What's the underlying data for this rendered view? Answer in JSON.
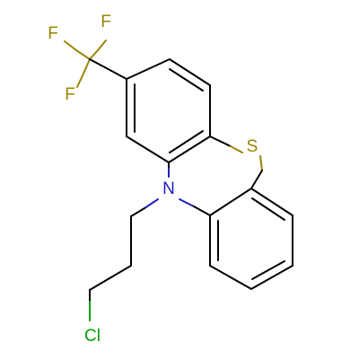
{
  "atoms": {
    "F1": {
      "label": "F",
      "color": "#9a8400"
    },
    "F2": {
      "label": "F",
      "color": "#9a8400"
    },
    "F3": {
      "label": "F",
      "color": "#9a8400"
    },
    "S": {
      "label": "S",
      "color": "#9a8400"
    },
    "N": {
      "label": "N",
      "color": "#1f1fbf"
    },
    "Cl": {
      "label": "Cl",
      "color": "#00a000"
    }
  },
  "colors": {
    "bond": "#000000",
    "fluorine_bond": "#9a8400",
    "sulfur_bond": "#9a8400",
    "nitrogen_bond": "#1f1fbf",
    "chlorine_bond": "#00a000"
  }
}
